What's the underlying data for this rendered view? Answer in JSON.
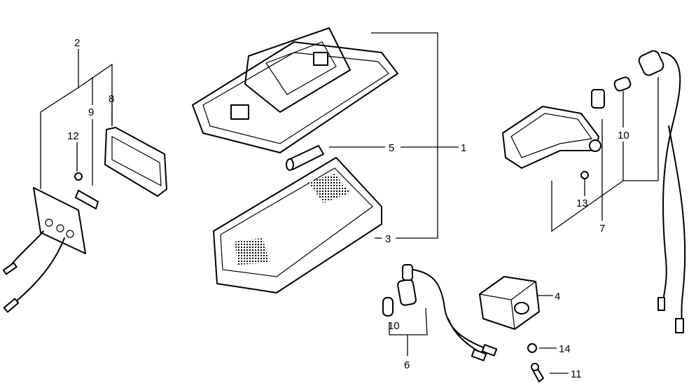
{
  "diagram": {
    "labels": {
      "part_1": "1",
      "part_2": "2",
      "part_3": "3",
      "part_4": "4",
      "part_5": "5",
      "part_6": "6",
      "part_7": "7",
      "part_8": "8",
      "part_9": "9",
      "part_10_right": "10",
      "part_10_bottom": "10",
      "part_11": "11",
      "part_12": "12",
      "part_13": "13",
      "part_14": "14"
    }
  }
}
